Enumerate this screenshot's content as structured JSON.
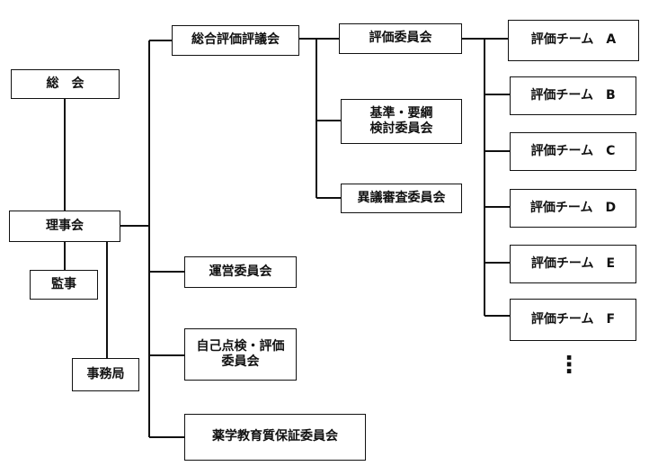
{
  "nodes": {
    "general_assembly": "総　会",
    "board": "理事会",
    "auditor": "監事",
    "secretariat": "事務局",
    "overall_council": "総合評価評議会",
    "management_committee": "運営委員会",
    "self_check_committee": "自己点検・評価\n委員会",
    "quality_committee": "薬学教育質保証委員会",
    "evaluation_committee": "評価委員会",
    "standards_committee": "基準・要綱\n検討委員会",
    "appeal_committee": "異議審査委員会"
  },
  "teams": [
    "評価チーム　A",
    "評価チーム　B",
    "評価チーム　C",
    "評価チーム　D",
    "評価チーム　E",
    "評価チーム　F"
  ],
  "continuation": "⋮"
}
